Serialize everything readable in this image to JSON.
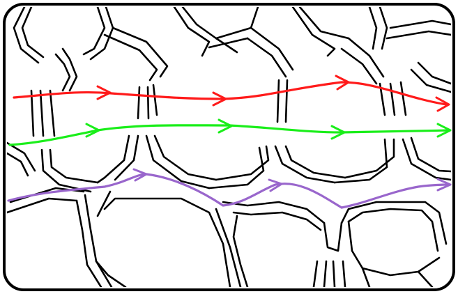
{
  "figure": {
    "description_visible_text": "",
    "frame_color": "#000000",
    "background_color": "#ffffff",
    "wall_stroke_color": "#000000",
    "cell_fill_color": "#ffffff"
  },
  "flow_paths": [
    {
      "id": "path-top",
      "color": "#ff1a1a"
    },
    {
      "id": "path-middle",
      "color": "#1aee1a"
    },
    {
      "id": "path-bottom",
      "color": "#9966cc"
    }
  ]
}
